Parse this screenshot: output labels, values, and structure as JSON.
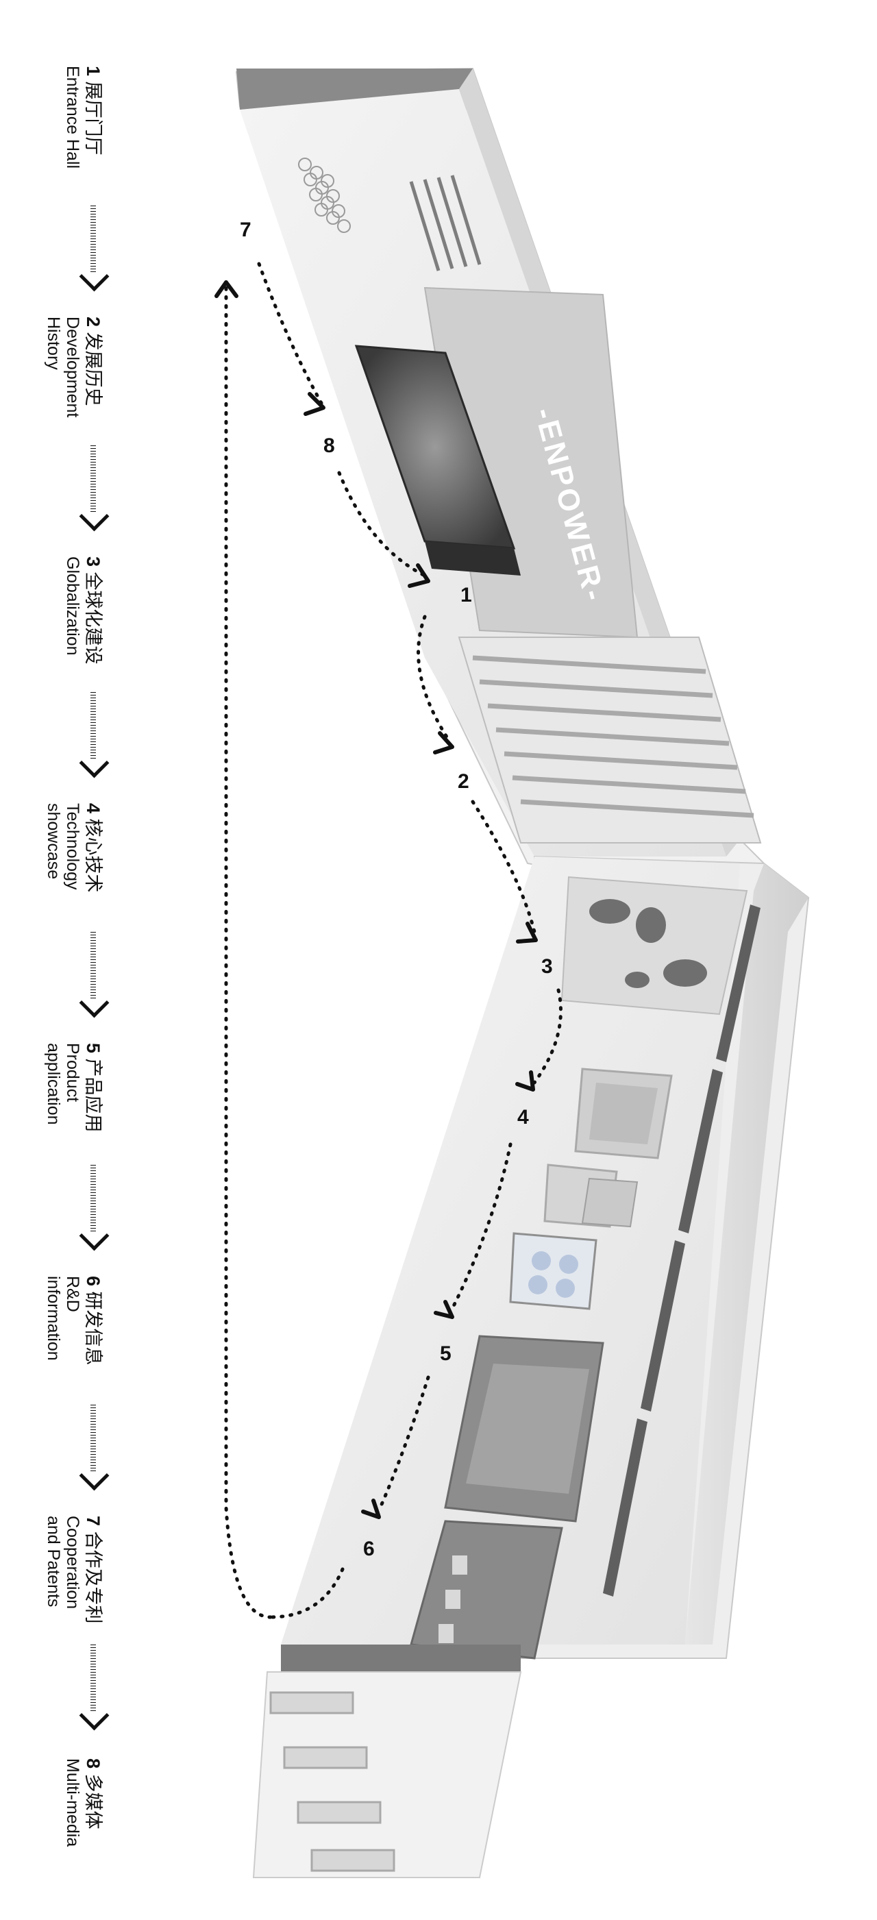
{
  "legend": {
    "steps": [
      {
        "num": "1",
        "cn": "展厅门厅",
        "en": [
          "Entrance Hall"
        ]
      },
      {
        "num": "2",
        "cn": "发展历史",
        "en": [
          "Development",
          "History"
        ]
      },
      {
        "num": "3",
        "cn": "全球化建设",
        "en": [
          "Globalization"
        ]
      },
      {
        "num": "4",
        "cn": "核心技术",
        "en": [
          "Technology",
          "showcase"
        ]
      },
      {
        "num": "5",
        "cn": "产品应用",
        "en": [
          "Product",
          "application"
        ]
      },
      {
        "num": "6",
        "cn": "研发信息",
        "en": [
          "R&D",
          "information"
        ]
      },
      {
        "num": "7",
        "cn": "合作及专利",
        "en": [
          "Cooperation",
          "and Patents"
        ]
      },
      {
        "num": "8",
        "cn": "多媒体",
        "en": [
          "Multi-media"
        ]
      }
    ]
  },
  "route": {
    "markers": [
      "1",
      "2",
      "3",
      "4",
      "5",
      "6",
      "7",
      "8"
    ]
  },
  "building": {
    "brand_text": "-ENPOWER-"
  },
  "colors": {
    "ink": "#111111",
    "wall_light": "#efefef",
    "wall_mid": "#d9d9d9",
    "wall_dark": "#7a7a7a",
    "screen": "#4a4a4a"
  }
}
